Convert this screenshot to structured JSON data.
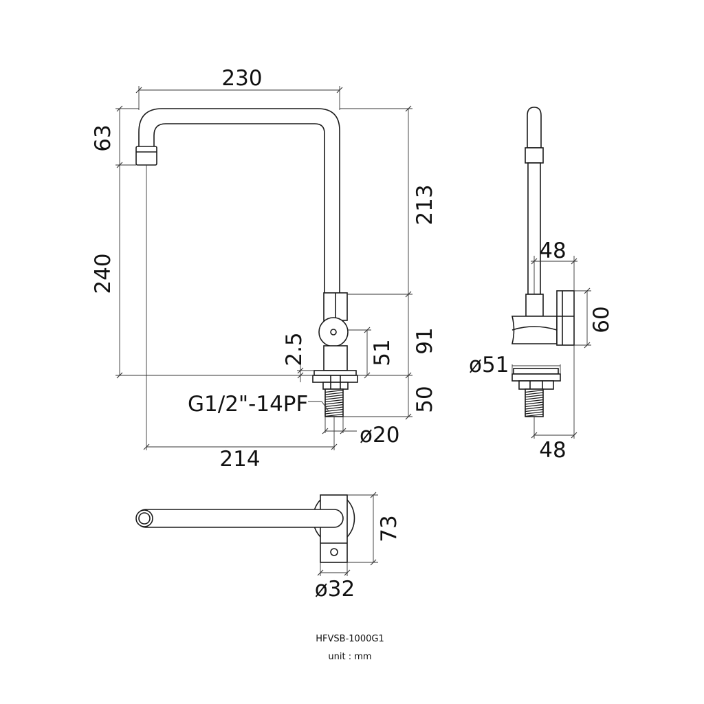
{
  "dimensions": {
    "front_width_top": "230",
    "front_spout_drop": "63",
    "front_height_total": "213",
    "front_height_spout": "240",
    "front_body_height": "91",
    "front_handle_height": "51",
    "front_flange": "2.5",
    "front_shank_length": "50",
    "front_shank_diameter": "ø20",
    "front_reach": "214",
    "thread_spec": "G1/2\"-14PF",
    "side_body_width": "48",
    "side_handle_height": "60",
    "side_flange_diameter": "ø51",
    "side_base_width": "48",
    "top_depth": "73",
    "top_diameter": "ø32"
  },
  "caption": {
    "model": "HFVSB-1000G1",
    "unit": "unit : mm"
  }
}
